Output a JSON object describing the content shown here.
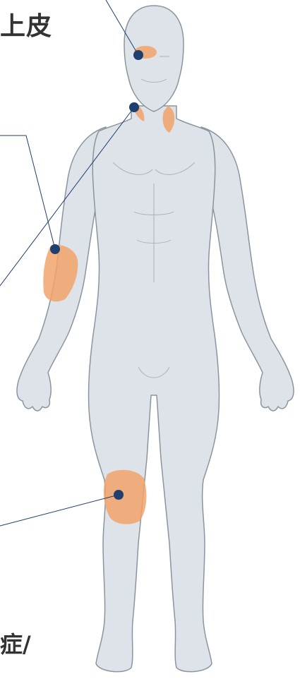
{
  "labels": {
    "top": "上皮",
    "bottom": "症/"
  },
  "colors": {
    "body_fill": "#dde3e8",
    "body_stroke": "#8a959f",
    "highlight": "#f2a36b",
    "marker": "#1f3f6e",
    "leader_line": "#1f3f6e",
    "text": "#333333"
  },
  "markers": [
    {
      "name": "face"
    },
    {
      "name": "neck"
    },
    {
      "name": "forearm"
    },
    {
      "name": "knee"
    }
  ]
}
